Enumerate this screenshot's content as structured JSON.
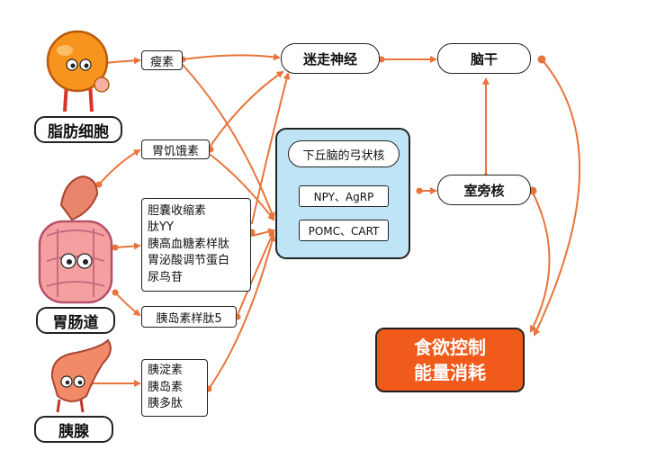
{
  "organs": {
    "adipose": "脂肪细胞",
    "gut": "胃肠道",
    "pancreas": "胰腺"
  },
  "hormones": {
    "leptin": "瘦素",
    "ghrelin": "胃饥饿素",
    "gut_list": [
      "胆囊收缩素",
      "肽YY",
      "胰高血糖素样肽",
      "胃泌酸调节蛋白",
      "尿鸟苷"
    ],
    "insl5": "胰岛素样肽5",
    "pancreas_list": [
      "胰淀素",
      "胰岛素",
      "胰多肽"
    ]
  },
  "nodes": {
    "vagus": "迷走神经",
    "brainstem": "脑干",
    "hypothalamus_title": "下丘脑的弓状核",
    "npy": "NPY、AgRP",
    "pomc": "POMC、CART",
    "pvn": "室旁核"
  },
  "result": {
    "line1": "食欲控制",
    "line2": "能量消耗"
  },
  "colors": {
    "arrow": "#e8743b",
    "result_fill": "#f05a1a",
    "hypothalamus_fill": "#bfe4f6",
    "adipose_body": "#f7941d",
    "gut_fill": "#f4a0a0",
    "pancreas_fill": "#f28a6a"
  }
}
